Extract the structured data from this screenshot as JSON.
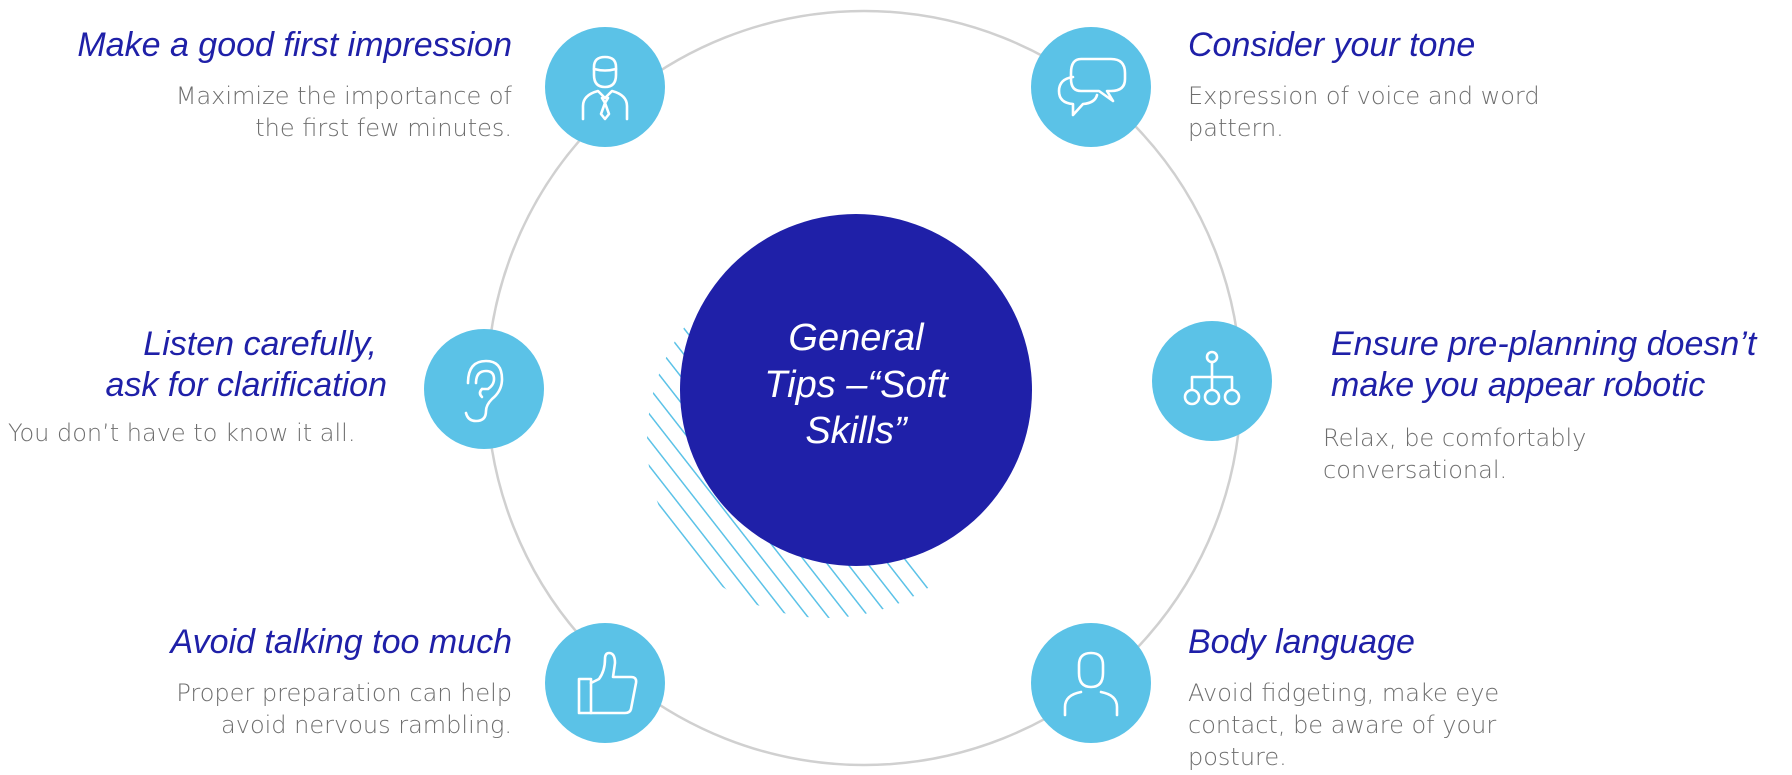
{
  "center": {
    "line1": "General",
    "line2": "Tips –“Soft",
    "line3": "Skills”"
  },
  "tips": {
    "first_impression": {
      "title": "Make a good first impression",
      "desc1": "Maximize the importance of",
      "desc2": "the first few minutes.",
      "icon": "businessman-icon"
    },
    "tone": {
      "title": "Consider your tone",
      "desc1": "Expression of voice and word",
      "desc2": "pattern.",
      "icon": "speech-bubbles-icon"
    },
    "listen": {
      "title1": "Listen carefully,",
      "title2": "ask for clarification",
      "desc1": "You don’t have to know it all.",
      "icon": "ear-icon"
    },
    "preplanning": {
      "title1": "Ensure pre-planning doesn’t",
      "title2": "make you appear robotic",
      "desc1": "Relax, be comfortably",
      "desc2": "conversational.",
      "icon": "hierarchy-icon"
    },
    "talking": {
      "title": "Avoid talking too much",
      "desc1": "Proper preparation can help",
      "desc2": "avoid nervous rambling.",
      "icon": "thumbs-up-icon"
    },
    "body_language": {
      "title": "Body language",
      "desc1": "Avoid fidgeting, make eye",
      "desc2": "contact, be aware of your",
      "desc3": "posture.",
      "icon": "person-icon"
    }
  },
  "colors": {
    "navy": "#1f20a8",
    "sky": "#5bc2e7",
    "ring": "#d0d0d0",
    "text": "#6e6e6e"
  }
}
